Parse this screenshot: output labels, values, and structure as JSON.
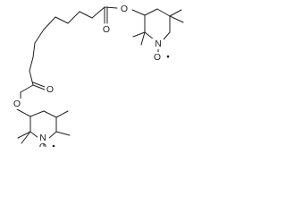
{
  "structure": {
    "atoms": {
      "ester_o_right": "O",
      "ester_o_left": "O",
      "carbonyl_o_top": "O",
      "carbonyl_o_bottom": "O",
      "n_right": "N",
      "n_left": "N",
      "nitroxyl_o_right": "O",
      "nitroxyl_o_left": "O"
    },
    "radical_symbol": "•"
  }
}
